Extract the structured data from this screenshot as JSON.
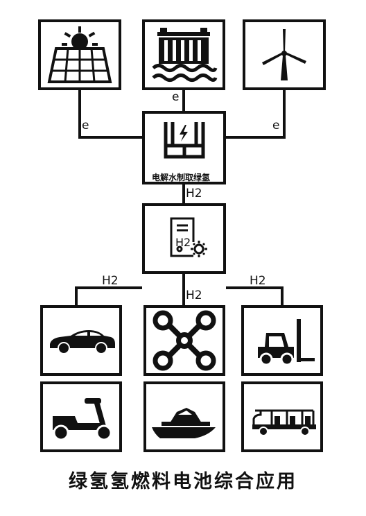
{
  "sources": {
    "solar": {
      "icon": "solar-panel-icon"
    },
    "hydro": {
      "icon": "hydro-dam-icon"
    },
    "wind": {
      "icon": "wind-turbine-icon"
    }
  },
  "electrolyzer": {
    "label": "电解水制取绿氢",
    "icon": "electrolyzer-icon"
  },
  "fuel_cell": {
    "label": "H2",
    "icon": "fuel-cell-icon"
  },
  "edge_labels": {
    "e_left": "e",
    "e_mid": "e",
    "e_right": "e",
    "h2_to_cell": "H2",
    "h2_left": "H2",
    "h2_mid": "H2",
    "h2_right": "H2"
  },
  "applications": [
    {
      "icon": "car-icon"
    },
    {
      "icon": "drone-icon"
    },
    {
      "icon": "forklift-icon"
    },
    {
      "icon": "scooter-icon"
    },
    {
      "icon": "boat-icon"
    },
    {
      "icon": "sightseeing-cart-icon"
    }
  ],
  "caption": "绿氢氢燃料电池综合应用",
  "colors": {
    "stroke": "#111111",
    "background": "#ffffff"
  }
}
